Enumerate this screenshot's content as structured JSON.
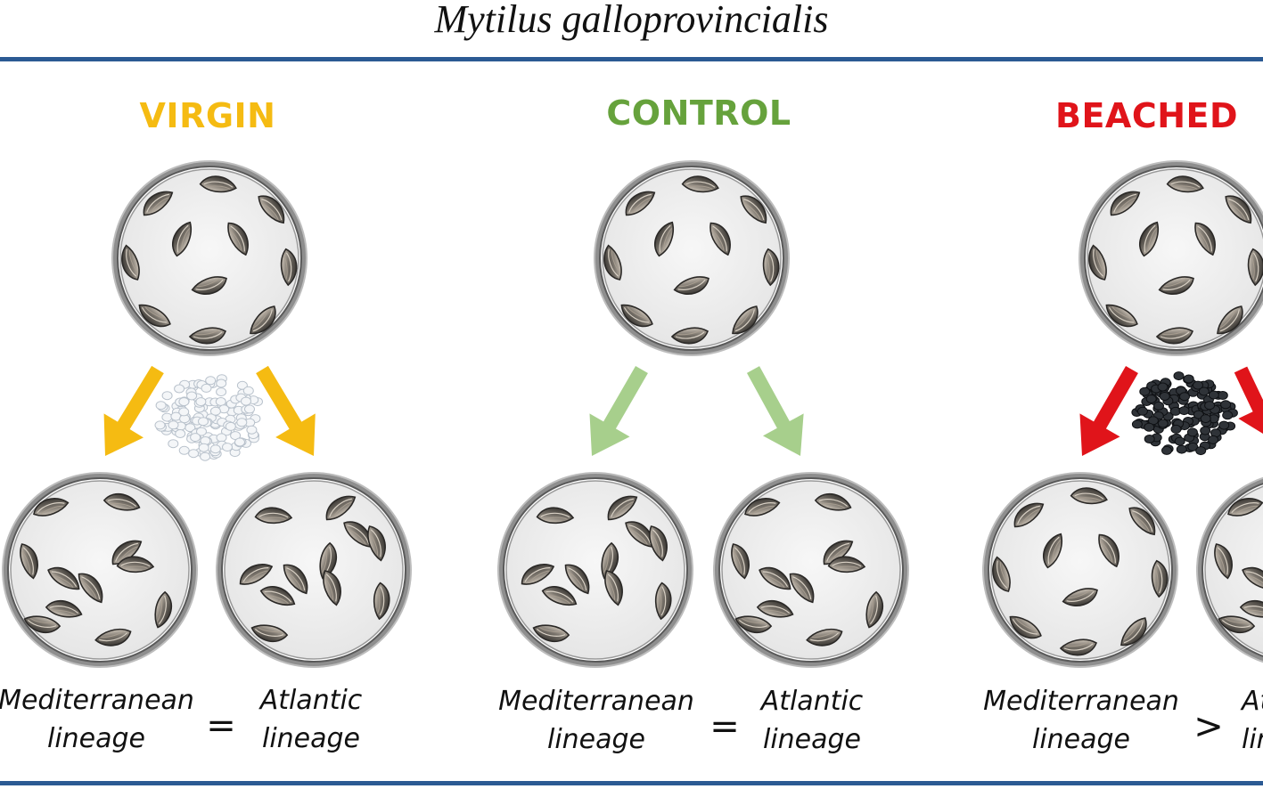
{
  "title": "Mytilus galloprovincialis",
  "groups": [
    {
      "label": "VIRGIN",
      "color": "#f5bb12",
      "arrow_color": "#f5bb12",
      "pellets": "white-pellets",
      "left_label": [
        "Mediterranean",
        "lineage"
      ],
      "right_label": [
        "Atlantic",
        "lineage"
      ],
      "comparison": "="
    },
    {
      "label": "CONTROL",
      "color": "#66a23c",
      "arrow_color": "#a7cf8c",
      "pellets": "none",
      "left_label": [
        "Mediterranean",
        "lineage"
      ],
      "right_label": [
        "Atlantic",
        "lineage"
      ],
      "comparison": "="
    },
    {
      "label": "BEACHED",
      "color": "#e0141a",
      "arrow_color": "#e0141a",
      "pellets": "black-pellets",
      "left_label": [
        "Mediterranean",
        "lineage"
      ],
      "right_label": [
        "Atlantic",
        "lineage"
      ],
      "comparison": ">"
    }
  ],
  "colors": {
    "rule": "#2b5a93",
    "dish_rim": "#555555",
    "dish_fill": "#f2f2f2"
  }
}
